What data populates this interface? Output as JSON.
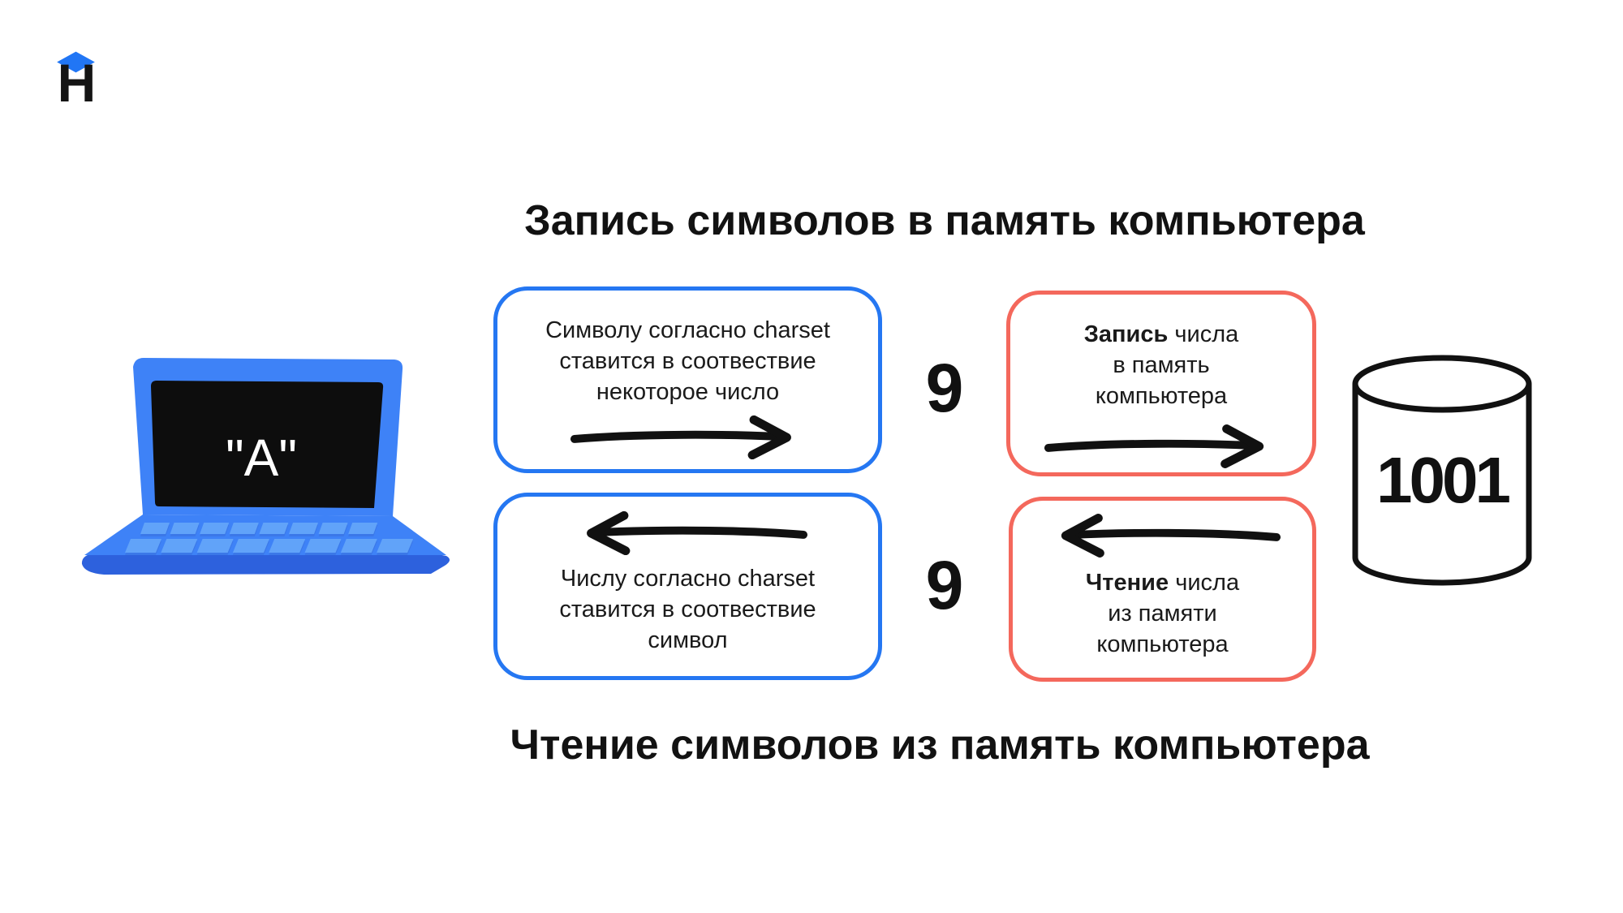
{
  "logo": {
    "letter": "Н"
  },
  "titles": {
    "top": "Запись символов в память компьютера",
    "bottom": "Чтение символов из память компьютера"
  },
  "laptop": {
    "screen_text": "\"A\""
  },
  "flow": {
    "encode_box": {
      "lines": [
        "Символу согласно charset",
        "ставится в соотвествие",
        "некоторое число"
      ]
    },
    "decode_box": {
      "lines": [
        "Числу согласно charset",
        "ставится в соотвествие",
        "символ"
      ]
    },
    "digit_top": "9",
    "digit_bottom": "9",
    "write_box": {
      "bold": "Запись",
      "rest": "числа",
      "line2": "в память",
      "line3": "компьютера"
    },
    "read_box": {
      "bold": "Чтение",
      "rest": "числа",
      "line2": "из памяти",
      "line3": "компьютера"
    },
    "memory_value": "1001"
  },
  "colors": {
    "accent_blue": "#2577F2",
    "accent_coral": "#F4685C",
    "laptop_blue": "#3E82F7",
    "laptop_key_blue": "#61A3F9",
    "laptop_base_blue": "#2D61DD",
    "ink": "#111111"
  }
}
